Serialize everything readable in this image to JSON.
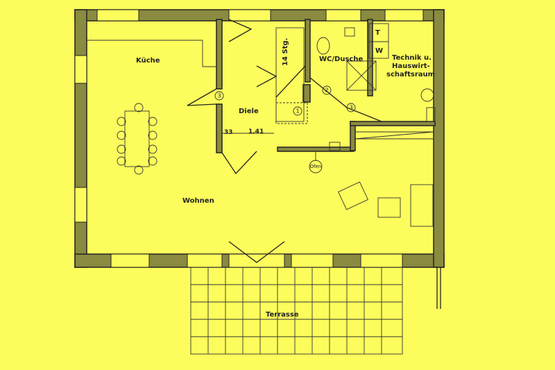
{
  "colors": {
    "background": "#fcfc5c",
    "wall": "#8a8a40",
    "line": "#222222"
  },
  "rooms": {
    "kitchen": "Küche",
    "hall": "Diele",
    "stairs": "14 Stg.",
    "bath": "WC/Dusche",
    "tech_line1": "Technik u.",
    "tech_line2": "Hauswirt-",
    "tech_line3": "schaftsraum",
    "living": "Wohnen",
    "terrace": "Terrasse"
  },
  "appliances": {
    "t": "T",
    "w": "W",
    "stove": "Ofen"
  },
  "dimensions": {
    "d1": "33",
    "d2": "1.41"
  },
  "markers": {
    "m3a": "3",
    "m3b": "3",
    "m2": "2",
    "m1": "1"
  }
}
